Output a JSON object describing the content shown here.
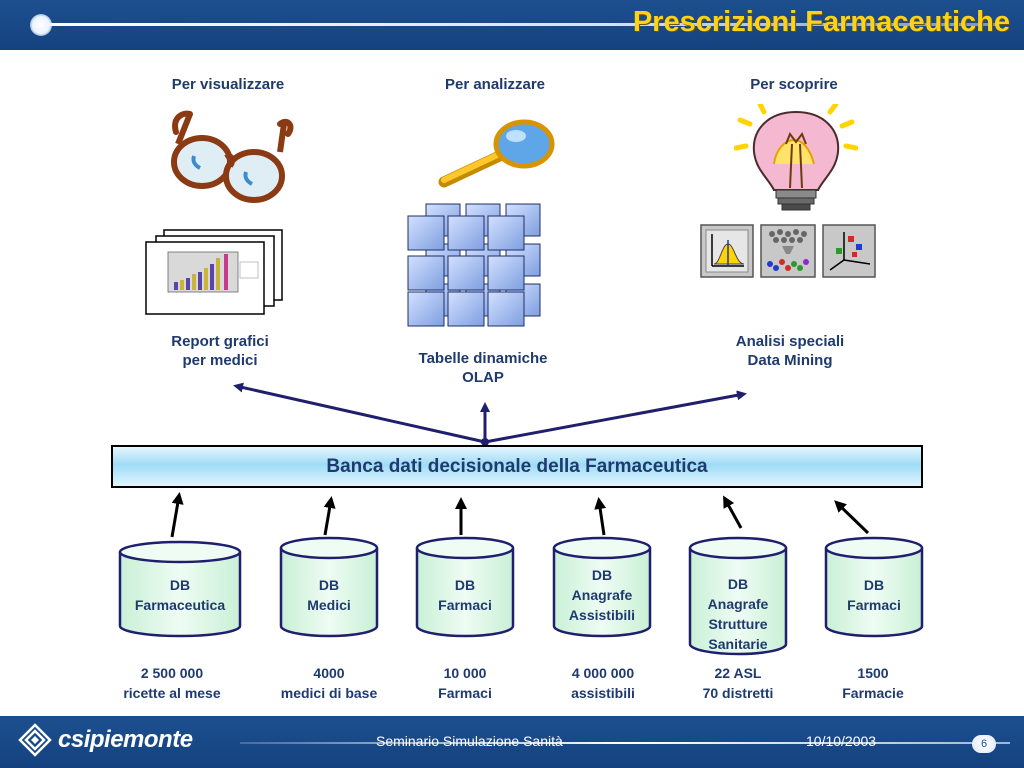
{
  "title": "Prescrizioni Farmaceutiche",
  "columns": [
    {
      "header": "Per visualizzare",
      "caption": [
        "Report grafici",
        "per medici"
      ]
    },
    {
      "header": "Per analizzare",
      "caption": [
        "Tabelle dinamiche",
        "OLAP"
      ]
    },
    {
      "header": "Per scoprire",
      "caption": [
        "Analisi speciali",
        "Data Mining"
      ]
    }
  ],
  "central_db": "Banca dati decisionale della Farmaceutica",
  "databases": [
    {
      "lines": [
        "DB",
        "Farmaceutica"
      ],
      "stat": [
        "2 500 000",
        "ricette al mese"
      ]
    },
    {
      "lines": [
        "DB",
        "Medici"
      ],
      "stat": [
        "4000",
        "medici di base"
      ]
    },
    {
      "lines": [
        "DB",
        "Farmaci"
      ],
      "stat": [
        "10 000",
        "Farmaci"
      ]
    },
    {
      "lines": [
        "DB",
        "Anagrafe",
        "Assistibili"
      ],
      "stat": [
        "4 000 000",
        "assistibili"
      ]
    },
    {
      "lines": [
        "DB",
        "Anagrafe",
        "Strutture",
        "Sanitarie"
      ],
      "stat": [
        "22 ASL",
        "70 distretti"
      ]
    },
    {
      "lines": [
        "DB",
        "Farmaci"
      ],
      "stat": [
        "1500",
        "Farmacie"
      ]
    }
  ],
  "footer": {
    "logo": "csipiemonte",
    "seminar": "Seminario Simulazione Sanità",
    "date": "10/10/2003",
    "page": "6"
  },
  "colors": {
    "brand_blue": "#1d4f8f",
    "title_yellow": "#ffd21a",
    "text_navy": "#1f3a6e",
    "cylinder_fill": "#dff7e6"
  }
}
